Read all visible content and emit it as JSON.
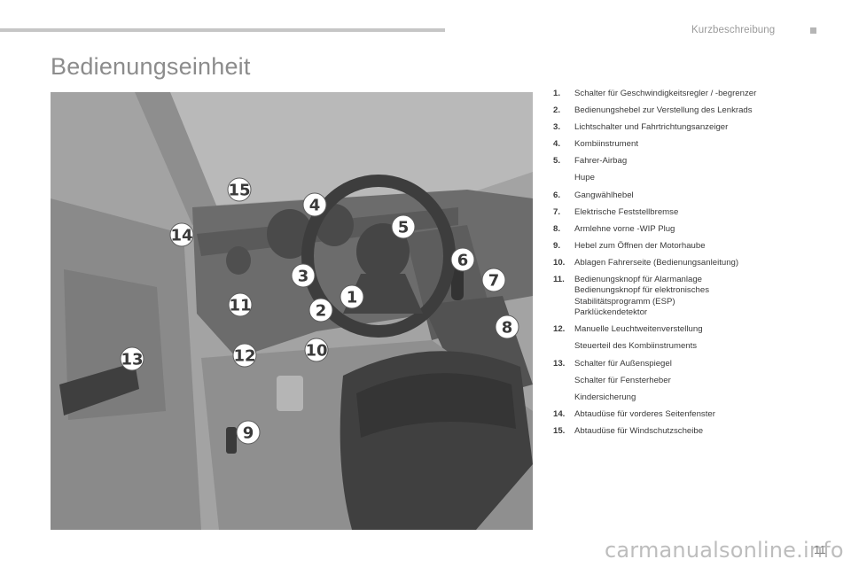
{
  "header": {
    "section_name": "Kurzbeschreibung"
  },
  "page": {
    "title": "Bedienungseinheit",
    "number": "11"
  },
  "watermark": "carmanualsonline.info",
  "legend": [
    {
      "num": "1.",
      "lines": [
        "Schalter für Geschwindigkeitsregler / -begrenzer"
      ]
    },
    {
      "num": "2.",
      "lines": [
        "Bedienungshebel zur Verstellung des Lenkrads"
      ]
    },
    {
      "num": "3.",
      "lines": [
        "Lichtschalter und Fahrtrichtungsanzeiger"
      ]
    },
    {
      "num": "4.",
      "lines": [
        "Kombiinstrument"
      ]
    },
    {
      "num": "5.",
      "lines": [
        "Fahrer-Airbag"
      ]
    },
    {
      "num": "",
      "lines": [
        "Hupe"
      ]
    },
    {
      "num": "6.",
      "lines": [
        "Gangwählhebel"
      ]
    },
    {
      "num": "7.",
      "lines": [
        "Elektrische Feststellbremse"
      ]
    },
    {
      "num": "8.",
      "lines": [
        "Armlehne vorne -WIP Plug"
      ]
    },
    {
      "num": "9.",
      "lines": [
        "Hebel zum Öffnen der Motorhaube"
      ]
    },
    {
      "num": "10.",
      "lines": [
        "Ablagen Fahrerseite (Bedienungsanleitung)"
      ]
    },
    {
      "num": "11.",
      "lines": [
        "Bedienungsknopf für Alarmanlage",
        "Bedienungsknopf für elektronisches",
        "Stabilitätsprogramm (ESP)",
        "Parklückendetektor"
      ]
    },
    {
      "num": "12.",
      "lines": [
        "Manuelle Leuchtweitenverstellung"
      ]
    },
    {
      "num": "",
      "lines": [
        "Steuerteil des Kombiinstruments"
      ]
    },
    {
      "num": "13.",
      "lines": [
        "Schalter für Außenspiegel"
      ]
    },
    {
      "num": "",
      "lines": [
        "Schalter für Fensterheber"
      ]
    },
    {
      "num": "",
      "lines": [
        "Kindersicherung"
      ]
    },
    {
      "num": "14.",
      "lines": [
        "Abtaudüse für vorderes Seitenfenster"
      ]
    },
    {
      "num": "15.",
      "lines": [
        "Abtaudüse für Windschutzscheibe"
      ]
    }
  ],
  "callouts": {
    "c1": "1",
    "c2": "2",
    "c3": "3",
    "c4": "4",
    "c5": "5",
    "c6": "6",
    "c7": "7",
    "c8": "8",
    "c9": "9",
    "c10": "10",
    "c11": "11",
    "c12": "12",
    "c13": "13",
    "c14": "14",
    "c15": "15"
  },
  "colors": {
    "illustration_bg": "#9b9b9b",
    "title": "#8c8c8c",
    "callout_fill": "#ffffff",
    "callout_text": "#3a3a3a"
  }
}
